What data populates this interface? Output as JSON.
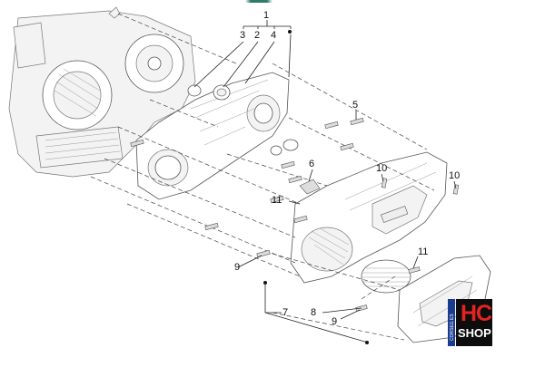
{
  "callouts": {
    "c1": "1",
    "c2": "2",
    "c3": "3",
    "c4": "4",
    "c5": "5",
    "c6": "6",
    "c7": "7",
    "c8": "8",
    "c9a": "9",
    "c9b": "9",
    "c10a": "10",
    "c10b": "10",
    "c11a": "11",
    "c11b": "11"
  },
  "logo": {
    "hc": "HC",
    "shop": "SHOP",
    "strip": "CORSEG ES"
  },
  "colors": {
    "accent_red": "#e52421",
    "badge_bg": "#0d0d0d",
    "strip_blue": "#1a3c8f",
    "top_sliver": "#2e7d6b"
  }
}
